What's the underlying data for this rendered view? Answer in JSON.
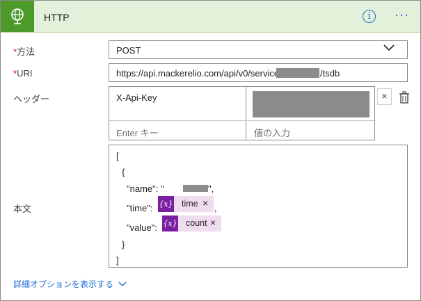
{
  "header": {
    "title": "HTTP",
    "info_glyph": "i",
    "more_glyph": "···",
    "icon": "globe-icon",
    "accent": "#4c9a2a"
  },
  "method": {
    "label": "方法",
    "required": "*",
    "value": "POST"
  },
  "uri": {
    "label": "URI",
    "required": "*",
    "value_prefix": "https://api.mackerelio.com/api/v0/services/",
    "value_suffix": "/tsdb"
  },
  "headers": {
    "label": "ヘッダー",
    "key": "X-Api-Key",
    "key_placeholder": "Enter キー",
    "value_placeholder": "値の入力",
    "remove_glyph": "×"
  },
  "body": {
    "label": "本文",
    "lines": {
      "open_bracket": "[",
      "open_brace": "{",
      "name_key": "\"name\": \"",
      "name_end": "\",",
      "time_key": "\"time\":",
      "time_comma": ",",
      "value_key": "\"value\":",
      "close_brace": "}",
      "close_bracket": "]"
    },
    "tokens": [
      {
        "icon": "{x}",
        "label": "time",
        "remove": "×"
      },
      {
        "icon": "{x}",
        "label": "count",
        "remove": "×"
      }
    ]
  },
  "advanced": {
    "label": "詳細オプションを表示する"
  }
}
